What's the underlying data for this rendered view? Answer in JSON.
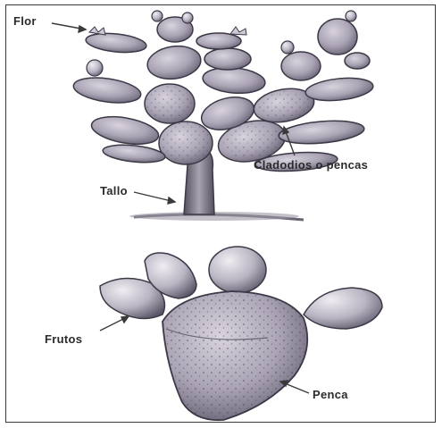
{
  "labels": {
    "flor": "Flor",
    "cladodios": "Cladodios o pencas",
    "tallo": "Tallo",
    "frutos": "Frutos",
    "penca": "Penca"
  },
  "colors": {
    "ink": "#2b2b2b",
    "pad_fill": "#a9a3b4",
    "pad_shade": "#6f6a7a",
    "pad_light": "#d8d3dd",
    "trunk": "#8a8594"
  }
}
